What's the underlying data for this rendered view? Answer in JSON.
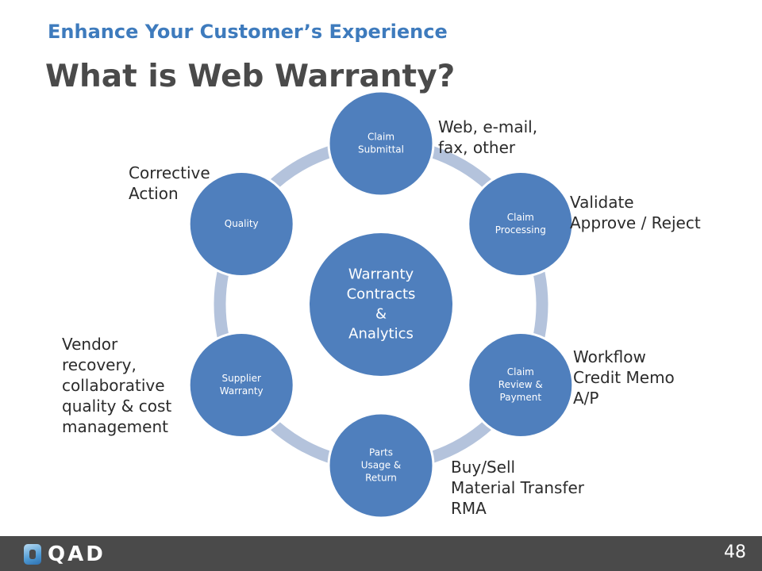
{
  "header": {
    "subtitle": "Enhance Your Customer’s Experience",
    "title": "What is Web Warranty?"
  },
  "diagram": {
    "center_lines": [
      "Warranty",
      "Contracts",
      "&",
      "Analytics"
    ],
    "nodes": [
      {
        "id": "claim-submittal",
        "lines": [
          "Claim",
          "Submittal"
        ]
      },
      {
        "id": "claim-processing",
        "lines": [
          "Claim",
          "Processing"
        ]
      },
      {
        "id": "claim-review-payment",
        "lines": [
          "Claim",
          "Review &",
          "Payment"
        ]
      },
      {
        "id": "parts-usage-return",
        "lines": [
          "Parts",
          "Usage &",
          "Return"
        ]
      },
      {
        "id": "supplier-warranty",
        "lines": [
          "Supplier",
          "Warranty"
        ]
      },
      {
        "id": "quality",
        "lines": [
          "Quality"
        ]
      }
    ],
    "colors": {
      "node": "#4f7fbd",
      "node_stroke": "#ffffff",
      "ring": "#b4c3dc",
      "text": "#ffffff"
    }
  },
  "annotations": {
    "claim_submittal": "Web, e-mail,\nfax, other",
    "claim_processing": "Validate\nApprove / Reject",
    "claim_review_payment": "Workflow\nCredit Memo\nA/P",
    "parts_usage_return": "Buy/Sell\nMaterial Transfer\nRMA",
    "supplier_warranty": "Vendor\nrecovery,\ncollaborative\nquality & cost\nmanagement",
    "quality": "Corrective\nAction"
  },
  "footer": {
    "logo_text": "QAD",
    "page_number": "48"
  }
}
